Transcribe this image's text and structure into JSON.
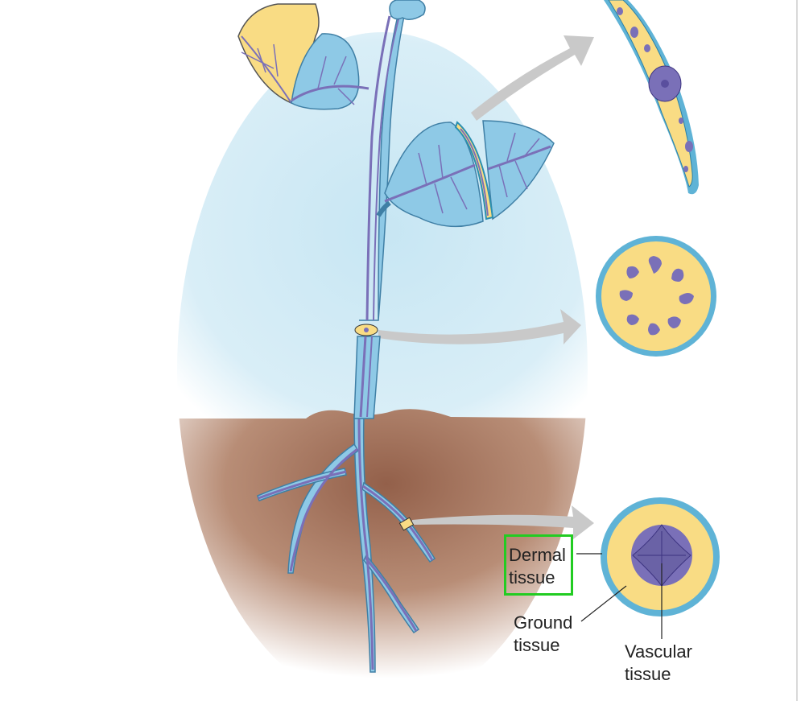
{
  "labels": {
    "dermal": [
      "Dermal",
      "tissue"
    ],
    "ground": [
      "Ground",
      "tissue"
    ],
    "vascular": [
      "Vascular",
      "tissue"
    ]
  },
  "colors": {
    "sky": "#cfe8f2",
    "soil": "#9b6a4e",
    "plant_fill": "#8ec9e6",
    "vascular": "#7a70b8",
    "ground_tissue": "#f9dc84",
    "dermal_ring": "#5fb3d6",
    "arrow": "#c9c9c9",
    "highlight": "#22cc22"
  }
}
